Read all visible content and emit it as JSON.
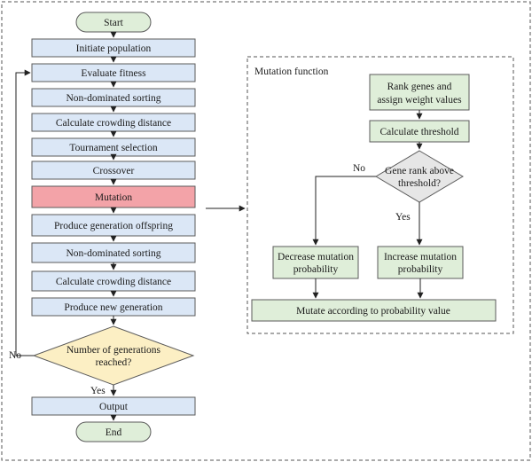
{
  "main_flow": {
    "start": "Start",
    "initiate": "Initiate population",
    "evaluate": "Evaluate fitness",
    "nds1": "Non-dominated sorting",
    "crowd1": "Calculate crowding distance",
    "tournament": "Tournament selection",
    "crossover": "Crossover",
    "mutation": "Mutation",
    "offspring": "Produce generation offspring",
    "nds2": "Non-dominated sorting",
    "crowd2": "Calculate crowding distance",
    "newgen": "Produce new generation",
    "decision_line1": "Number of generations",
    "decision_line2": "reached?",
    "no_label": "No",
    "yes_label": "Yes",
    "output": "Output",
    "end": "End"
  },
  "mutation_function": {
    "title": "Mutation function",
    "rank_line1": "Rank genes and",
    "rank_line2": "assign weight values",
    "threshold": "Calculate threshold",
    "decision_line1": "Gene rank above",
    "decision_line2": "threshold?",
    "no_label": "No",
    "yes_label": "Yes",
    "decrease_line1": "Decrease mutation",
    "decrease_line2": "probability",
    "increase_line1": "Increase mutation",
    "increase_line2": "probability",
    "mutate": "Mutate according to probability value"
  },
  "colors": {
    "process_fill": "#dbe7f6",
    "terminal_fill": "#dfeed9",
    "highlight_fill": "#f3a3a8",
    "decision_fill": "#fcefc4",
    "sub_decision_fill": "#e6e6e6"
  }
}
